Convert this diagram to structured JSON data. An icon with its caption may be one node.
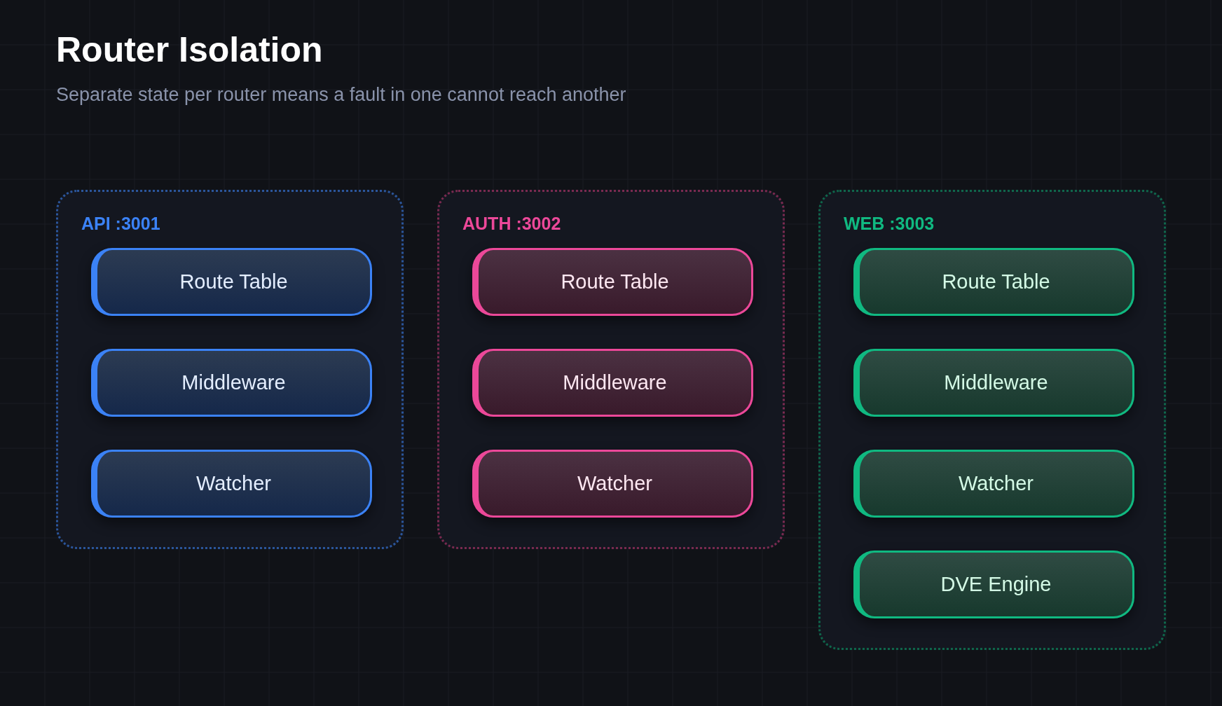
{
  "diagram": {
    "title": "Router Isolation",
    "nodes": [
      {
        "text": [
          "API :3001"
        ]
      },
      {
        "text": [
          "Route Table"
        ],
        "in": 0
      },
      {
        "text": [
          "Middleware"
        ],
        "in": 0
      },
      {
        "text": [
          "Watcher"
        ],
        "in": 0
      },
      {
        "text": [
          "AUTH :3002"
        ]
      },
      {
        "text": [
          "Route Table"
        ],
        "in": 4
      },
      {
        "text": [
          "Middleware"
        ],
        "in": 4
      },
      {
        "text": [
          "Watcher"
        ],
        "in": 4
      },
      {
        "text": [
          "WEB :3003"
        ]
      },
      {
        "text": [
          "Route Table"
        ],
        "in": 8
      },
      {
        "text": [
          "Middleware"
        ],
        "in": 8
      },
      {
        "text": [
          "Watcher"
        ],
        "in": 8
      },
      {
        "text": [
          "DVE Engine"
        ],
        "in": 8
      }
    ],
    "labels": [
      "Separate state per router means a fault in one cannot reach another"
    ]
  }
}
